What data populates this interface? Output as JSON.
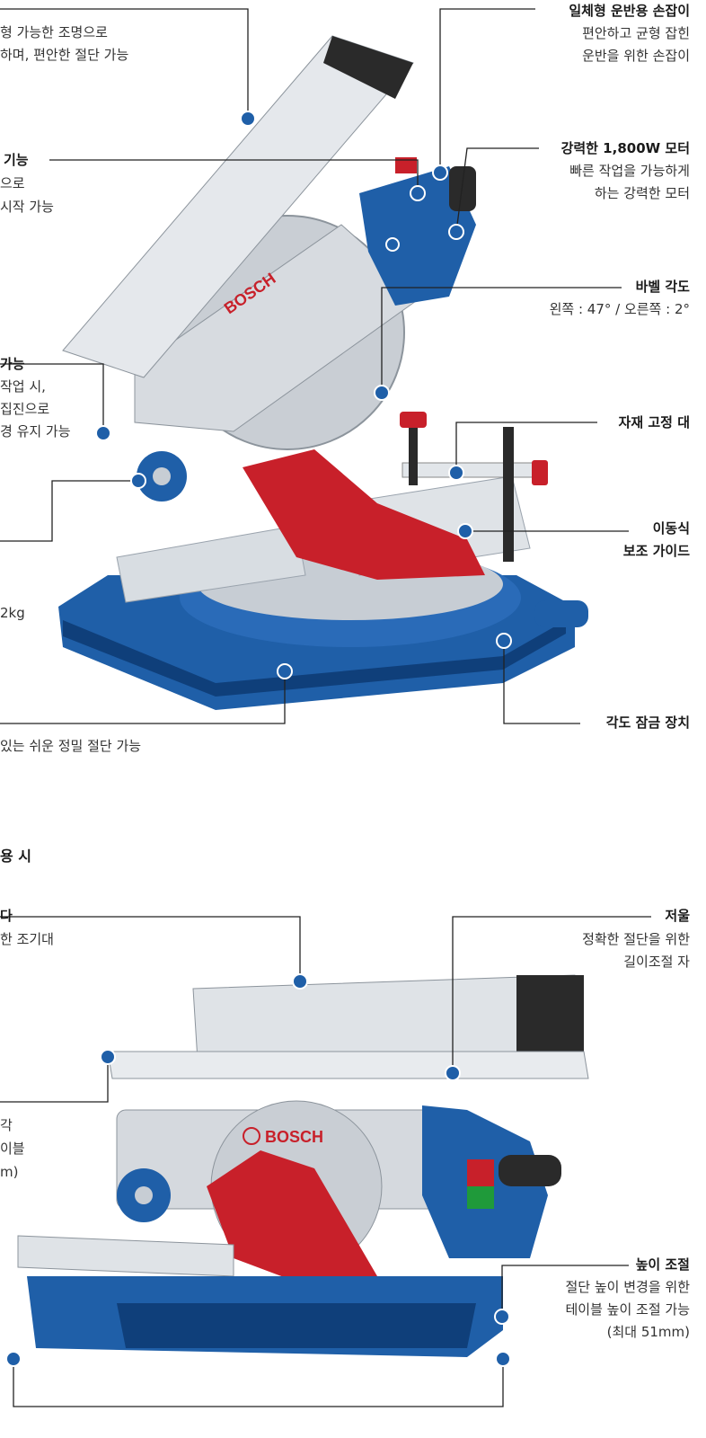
{
  "colors": {
    "accent_blue": "#1f5fa8",
    "dark_blue": "#0f3f7a",
    "red": "#c8202a",
    "silver": "#cfd4da",
    "dark": "#2a2a2a",
    "leader_line": "#222222"
  },
  "top_section": {
    "light": {
      "desc1": "형 가능한 조명으로",
      "desc2": "하며, 편안한 절단 가능"
    },
    "handle": {
      "title": "일체형 운반용 손잡이",
      "desc1": "편안하고 균형 잡힌",
      "desc2": "운반을 위한 손잡이"
    },
    "start": {
      "title": "기능",
      "desc1": "으로",
      "desc2": "시작 가능"
    },
    "motor": {
      "title": "강력한 1,800W 모터",
      "desc1": "빠른 작업을 가능하게",
      "desc2": "하는 강력한 모터"
    },
    "bevel": {
      "title": "바벨 각도",
      "desc": "왼쪽 : 47° / 오른쪽 : 2°"
    },
    "dust": {
      "title": "가능",
      "desc1": "작업 시,",
      "desc2": "집진으로",
      "desc3": "경 유지 가능"
    },
    "clamp": {
      "title": "자재 고정 대"
    },
    "guide": {
      "title1": "이동식",
      "title2": "보조 가이드"
    },
    "weight": {
      "text": "2kg"
    },
    "angle_lock": {
      "title": "각도 잠금 장치"
    },
    "precision": {
      "text": "있는 쉬운 정밀 절단 가능"
    }
  },
  "bottom_section": {
    "heading": "용 시",
    "guard": {
      "title": "다",
      "desc": "한 조기대"
    },
    "ruler": {
      "title": "저울",
      "desc1": "정확한 절단을 위한",
      "desc2": "길이조절 자"
    },
    "table": {
      "desc1": "각",
      "desc2": "이블",
      "desc3": "m)"
    },
    "height": {
      "title": "높이 조절",
      "desc1": "절단 높이 변경을 위한",
      "desc2": "테이블 높이 조절 가능",
      "desc3": "(최대 51mm)"
    }
  },
  "brand": {
    "logo_text": "BOSCH"
  }
}
